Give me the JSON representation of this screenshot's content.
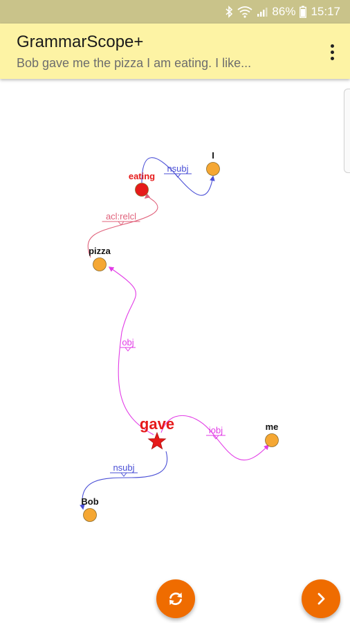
{
  "status_bar": {
    "battery": "86%",
    "time": "15:17"
  },
  "app_bar": {
    "title": "GrammarScope+",
    "subtitle": "Bob gave me the pizza I am eating. I like..."
  },
  "graph": {
    "nodes": [
      {
        "id": "gave",
        "label": "gave",
        "kind": "root"
      },
      {
        "id": "bob",
        "label": "Bob",
        "kind": "word"
      },
      {
        "id": "me",
        "label": "me",
        "kind": "word"
      },
      {
        "id": "pizza",
        "label": "pizza",
        "kind": "word"
      },
      {
        "id": "eating",
        "label": "eating",
        "kind": "predicate"
      },
      {
        "id": "i",
        "label": "I",
        "kind": "word"
      }
    ],
    "edges": [
      {
        "id": "gave-bob",
        "label": "nsubj"
      },
      {
        "id": "gave-me",
        "label": "iobj"
      },
      {
        "id": "gave-pizza",
        "label": "obj"
      },
      {
        "id": "pizza-eating",
        "label": "acl:relcl"
      },
      {
        "id": "eating-i",
        "label": "nsubj"
      }
    ],
    "colors": {
      "nsubj": "#4a4fd6",
      "obj": "#e23be6",
      "iobj": "#e23be6",
      "acl_relcl": "#e0607a",
      "word_node": "#f5a733",
      "root_node": "#e61a1a",
      "root_label": "#e61a1a"
    }
  },
  "fab": {
    "refresh_icon": "refresh-icon",
    "next_icon": "chevron-right-icon",
    "color": "#ef6c00"
  }
}
